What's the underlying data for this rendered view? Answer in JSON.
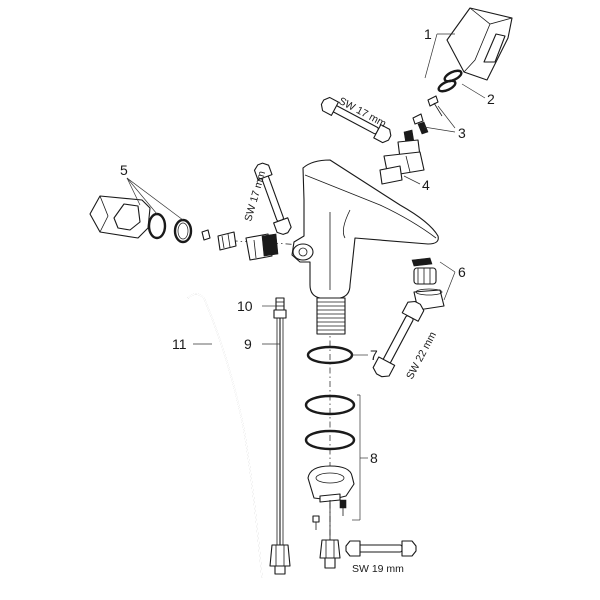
{
  "callouts": [
    {
      "id": "1",
      "label": "1"
    },
    {
      "id": "2",
      "label": "2"
    },
    {
      "id": "3",
      "label": "3"
    },
    {
      "id": "4",
      "label": "4"
    },
    {
      "id": "5",
      "label": "5"
    },
    {
      "id": "6",
      "label": "6"
    },
    {
      "id": "7",
      "label": "7"
    },
    {
      "id": "8",
      "label": "8"
    },
    {
      "id": "9",
      "label": "9"
    },
    {
      "id": "10",
      "label": "10"
    },
    {
      "id": "11",
      "label": "11"
    }
  ],
  "tools": [
    {
      "id": "wrench-a",
      "label": "SW 17 mm"
    },
    {
      "id": "wrench-b",
      "label": "SW 17 mm"
    },
    {
      "id": "wrench-c",
      "label": "SW 22 mm"
    },
    {
      "id": "wrench-d",
      "label": "SW 19 mm"
    }
  ],
  "colors": {
    "line": "#1a1a1a",
    "background": "#ffffff"
  }
}
